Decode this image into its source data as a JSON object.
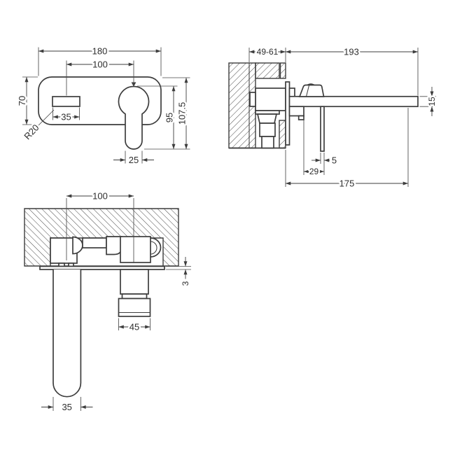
{
  "drawing": {
    "front": {
      "width": "180",
      "port_spacing": "100",
      "plate_height": "70",
      "spout_port_width": "35",
      "corner_radius": "R20",
      "handle_drop": "95",
      "overall_height": "107.5",
      "handle_width": "25"
    },
    "side": {
      "wall_depth": "49-61",
      "spout_length": "193",
      "spout_height": "15",
      "lever_width": "5",
      "lever_offset": "29",
      "spout_projection": "175"
    },
    "plan": {
      "port_spacing": "100",
      "plate_thickness": "3",
      "handle_width": "45",
      "spout_width": "35"
    }
  }
}
